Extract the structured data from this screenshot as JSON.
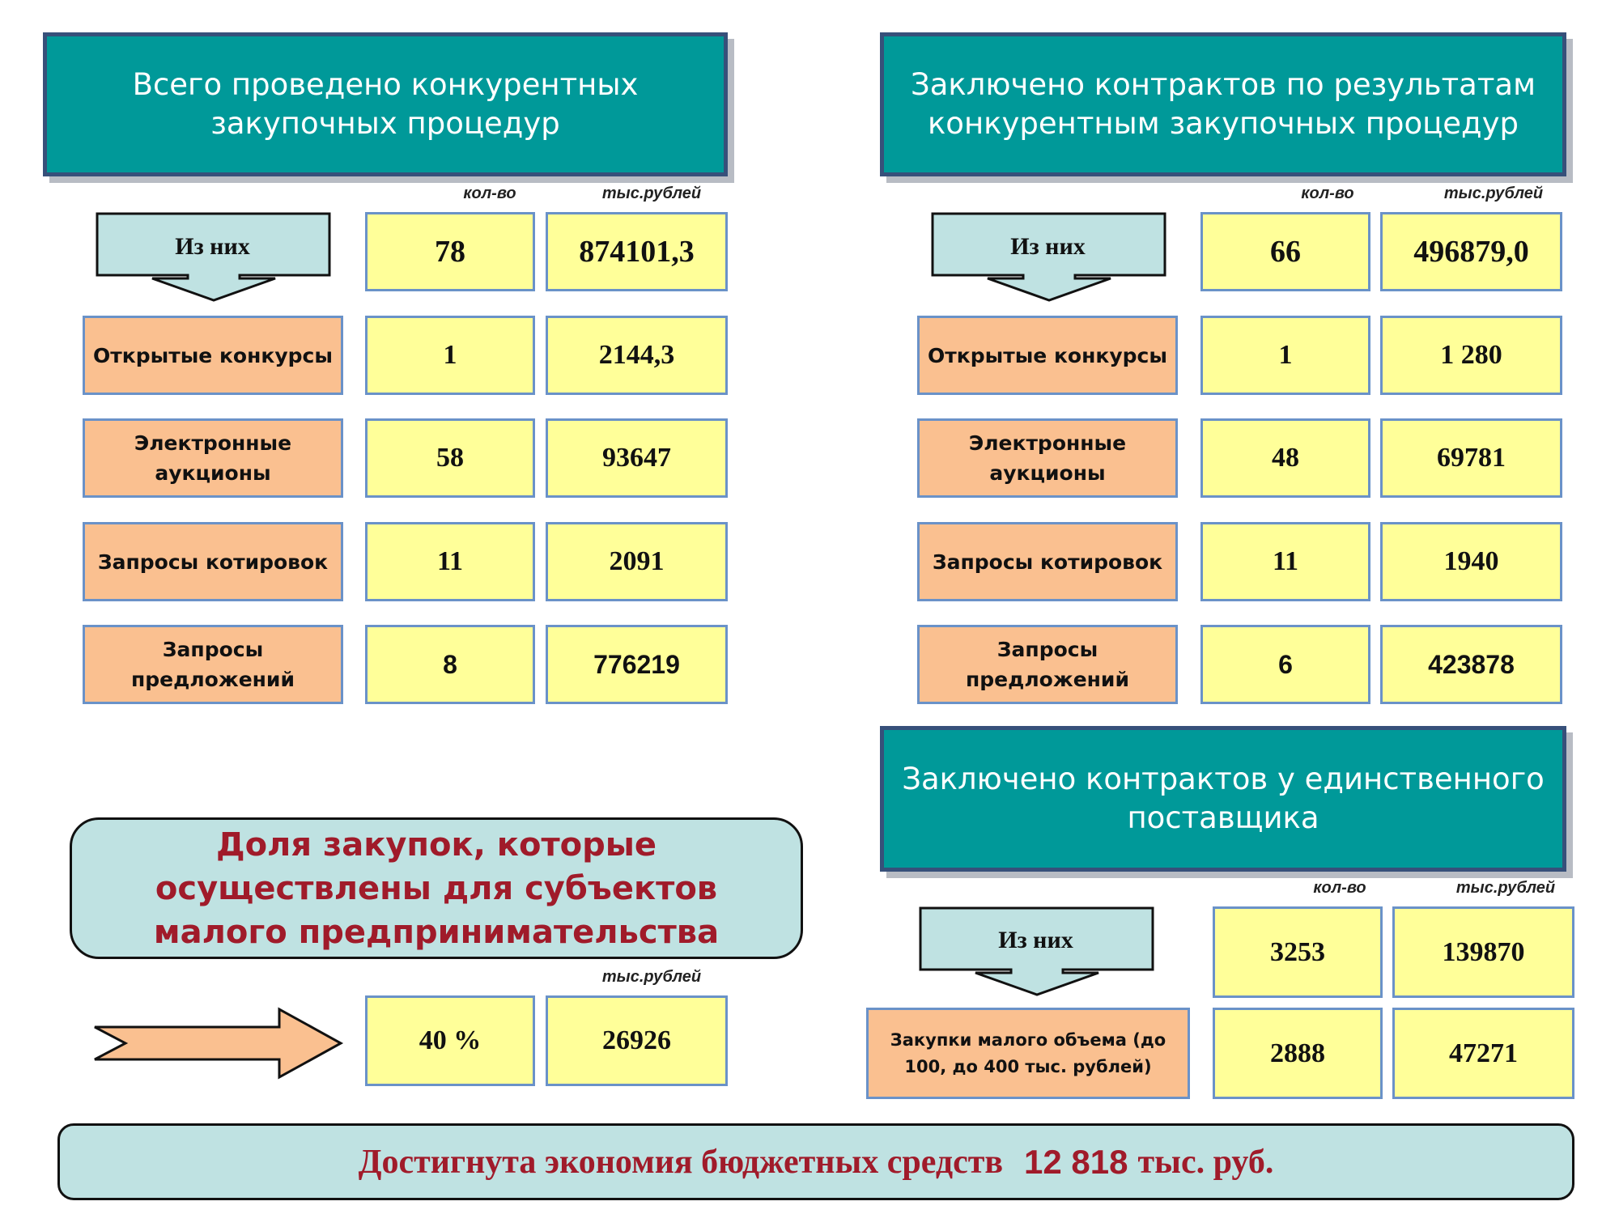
{
  "col_count": "кол-во",
  "col_thousand": "тыс.рублей",
  "arrow_label": "Из них",
  "left": {
    "header": "Всего проведено конкурентных закупочных процедур",
    "total": {
      "count": "78",
      "sum": "874101,3"
    },
    "rows": [
      {
        "label": "Открытые конкурсы",
        "count": "1",
        "sum": "2144,3"
      },
      {
        "label": "Электронные аукционы",
        "count": "58",
        "sum": "93647"
      },
      {
        "label": "Запросы котировок",
        "count": "11",
        "sum": "2091"
      },
      {
        "label": "Запросы предложений",
        "count": "8",
        "sum": "776219"
      }
    ]
  },
  "right": {
    "header": "Заключено контрактов по результатам конкурентным закупочных процедур",
    "total": {
      "count": "66",
      "sum": "496879,0"
    },
    "rows": [
      {
        "label": "Открытые конкурсы",
        "count": "1",
        "sum": "1 280"
      },
      {
        "label": "Электронные аукционы",
        "count": "48",
        "sum": "69781"
      },
      {
        "label": "Запросы котировок",
        "count": "11",
        "sum": "1940"
      },
      {
        "label": "Запросы предложений",
        "count": "6",
        "sum": "423878"
      }
    ]
  },
  "single": {
    "header": "Заключено контрактов у единственного поставщика",
    "total": {
      "count": "3253",
      "sum": "139870"
    },
    "row": {
      "label": "Закупки малого объема (до 100, до 400 тыс. рублей)",
      "count": "2888",
      "sum": "47271"
    }
  },
  "small_business": {
    "title": "Доля закупок, которые осуществлены для субъектов малого предпринимательства",
    "percent": "40 %",
    "sum": "26926"
  },
  "economy": {
    "text": "Достигнута экономия бюджетных средств",
    "amount": "12 818",
    "unit": "тыс. руб."
  },
  "colors": {
    "header_bg": "#009999",
    "value_bg": "#ffff99",
    "category_bg": "#fac090",
    "panel_bg": "#bfe2e2",
    "accent_text": "#a01b2a"
  }
}
